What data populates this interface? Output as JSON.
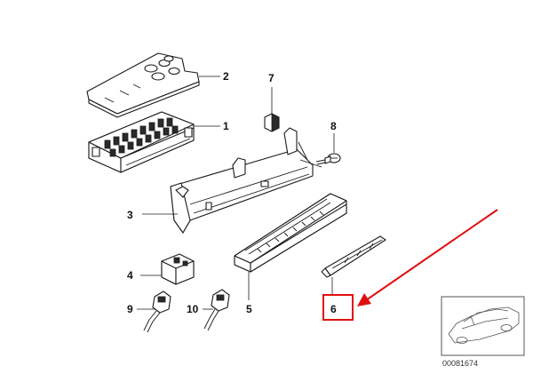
{
  "labels": {
    "part1": "1",
    "part2": "2",
    "part3": "3",
    "part4": "4",
    "part5": "5",
    "part6": "6",
    "part7": "7",
    "part8": "8",
    "part9": "9",
    "part10": "10"
  },
  "diagram_id": "00081674",
  "highlight_color": "#e01010",
  "line_color": "#1a1a1a"
}
